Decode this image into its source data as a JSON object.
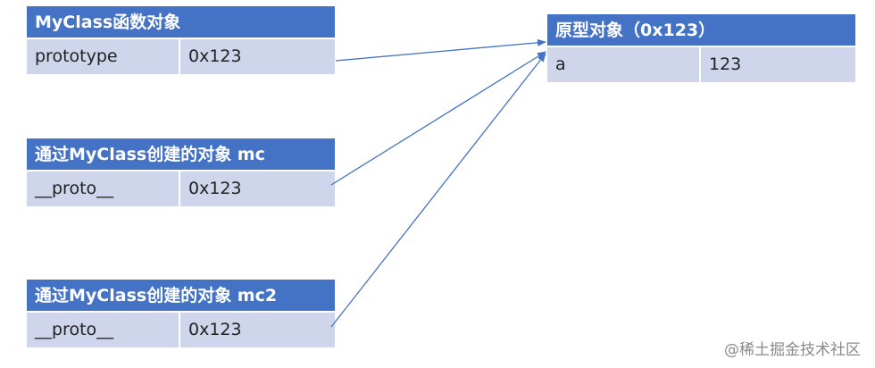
{
  "tables": {
    "myclass": {
      "title": "MyClass函数对象",
      "key": "prototype",
      "value": "0x123"
    },
    "mc": {
      "title": "通过MyClass创建的对象 mc",
      "key": "__proto__",
      "value": "0x123"
    },
    "mc2": {
      "title": "通过MyClass创建的对象 mc2",
      "key": "__proto__",
      "value": "0x123"
    },
    "prototype": {
      "title": "原型对象（0x123）",
      "key": "a",
      "value": "123"
    }
  },
  "colors": {
    "header": "#4472c4",
    "row": "#cfd5ea",
    "arrow": "#4472c4"
  },
  "watermark": "@稀土掘金技术社区"
}
